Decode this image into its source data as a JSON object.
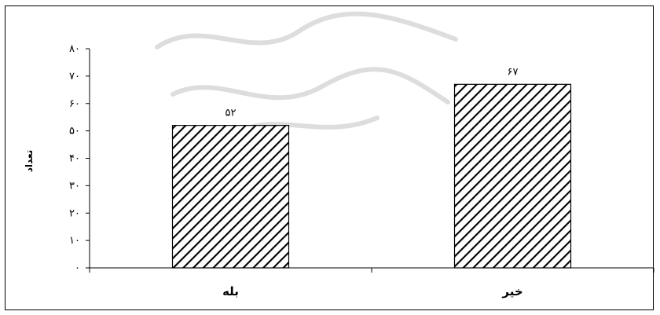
{
  "chart_data": {
    "type": "bar",
    "categories": [
      "بله",
      "خیر"
    ],
    "values": [
      52,
      67
    ],
    "data_labels": [
      "۵۲",
      "۶۷"
    ],
    "title": "",
    "xlabel": "",
    "ylabel": "تعداد",
    "ylim": [
      0,
      80
    ],
    "yticks": [
      0,
      10,
      20,
      30,
      40,
      50,
      60,
      70,
      80
    ],
    "ytick_labels": [
      "۰",
      "۱۰",
      "۲۰",
      "۳۰",
      "۴۰",
      "۵۰",
      "۶۰",
      "۷۰",
      "۸۰"
    ],
    "grid": false,
    "legend": "none",
    "bar_fill": "diagonal-hatch",
    "colors": {
      "bar_stroke": "#000000",
      "hatch": "#000000",
      "background": "#ffffff"
    }
  }
}
